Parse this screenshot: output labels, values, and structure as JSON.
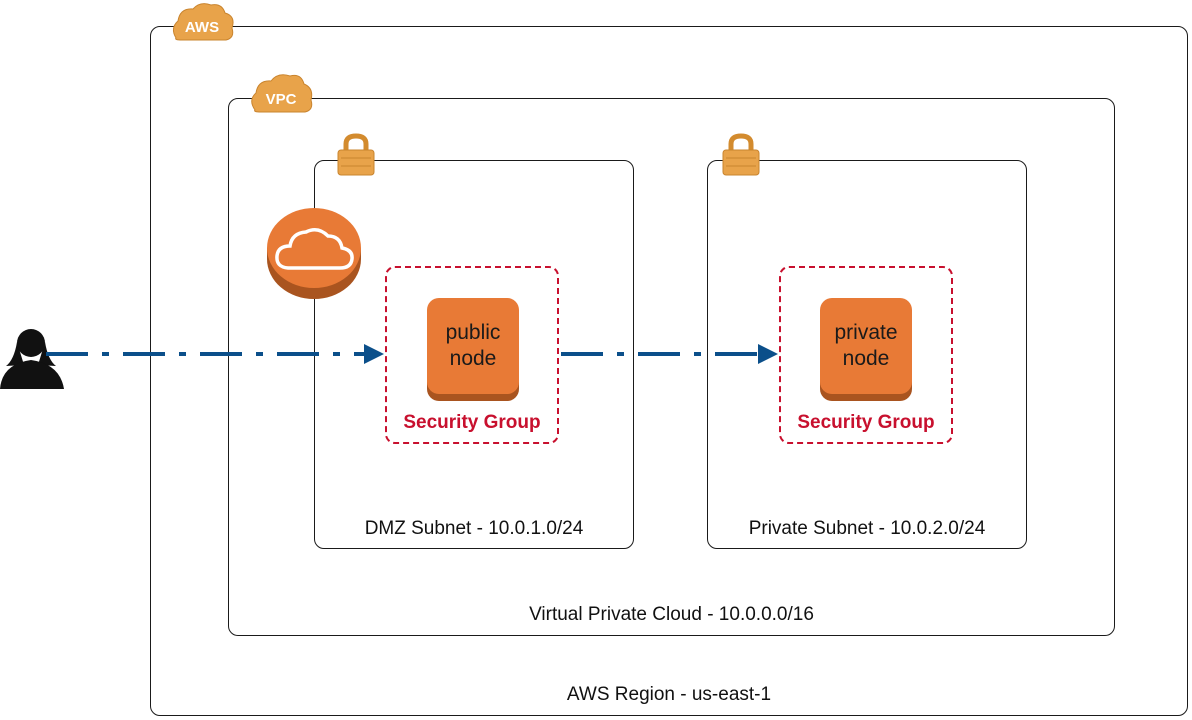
{
  "badges": {
    "aws": "AWS",
    "vpc": "VPC"
  },
  "region": {
    "label": "AWS Region - us-east-1"
  },
  "vpc": {
    "label": "Virtual Private Cloud - 10.0.0.0/16"
  },
  "subnets": [
    {
      "label": "DMZ Subnet - 10.0.1.0/24"
    },
    {
      "label": "Private Subnet - 10.0.2.0/24"
    }
  ],
  "security_groups": [
    {
      "label": "Security Group",
      "node_label": "public\nnode"
    },
    {
      "label": "Security Group",
      "node_label": "private\nnode"
    }
  ],
  "icons": [
    "user-icon",
    "aws-cloud-badge-icon",
    "vpc-cloud-badge-icon",
    "lock-icon",
    "internet-gateway-icon",
    "arrow-icon"
  ],
  "colors": {
    "orange": "#e87a36",
    "orange_dark": "#a9541f",
    "badge": "#e8a34a",
    "security_red": "#c8102e",
    "arrow_blue": "#0b4f8a"
  }
}
